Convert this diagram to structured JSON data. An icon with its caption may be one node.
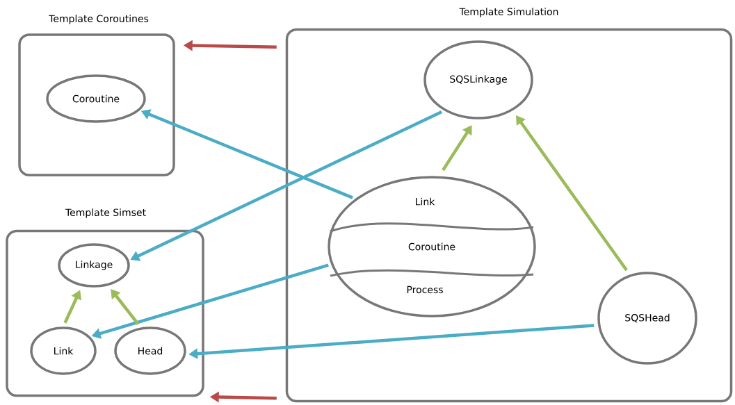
{
  "diagram": {
    "nodes": [
      {
        "text": [
          "Template Coroutines"
        ]
      },
      {
        "text": [
          "Coroutine"
        ],
        "in": 0
      },
      {
        "text": [
          "Template Simulation"
        ]
      },
      {
        "text": [
          "SQSLinkage"
        ],
        "in": 2
      },
      {
        "text": [
          "Link",
          "Coroutine",
          "Process"
        ],
        "in": 2
      },
      {
        "text": [
          "SQSHead"
        ],
        "in": 2
      },
      {
        "text": [
          "Template Simset"
        ]
      },
      {
        "text": [
          "Linkage"
        ],
        "in": 6
      },
      {
        "text": [
          "Link"
        ],
        "in": 6
      },
      {
        "text": [
          "Head"
        ],
        "in": 6
      }
    ],
    "edges": [
      {
        "from": 2,
        "to": 0,
        "arrow": "to",
        "color": "#b94a48"
      },
      {
        "from": 4,
        "to": 1,
        "arrow": "to",
        "color": "#4bacc6"
      },
      {
        "from": 3,
        "to": 7,
        "arrow": "to",
        "color": "#4bacc6"
      },
      {
        "from": 4,
        "to": 3,
        "arrow": "to",
        "color": "#9bbb59"
      },
      {
        "from": 5,
        "to": 3,
        "arrow": "to",
        "color": "#9bbb59"
      },
      {
        "from": 4,
        "to": 8,
        "arrow": "to",
        "color": "#4bacc6"
      },
      {
        "from": 8,
        "to": 7,
        "arrow": "to",
        "color": "#9bbb59"
      },
      {
        "from": 9,
        "to": 7,
        "arrow": "to",
        "color": "#9bbb59"
      },
      {
        "from": 5,
        "to": 9,
        "arrow": "to",
        "color": "#4bacc6"
      },
      {
        "from": 2,
        "to": 6,
        "arrow": "to",
        "color": "#b94a48"
      }
    ]
  }
}
